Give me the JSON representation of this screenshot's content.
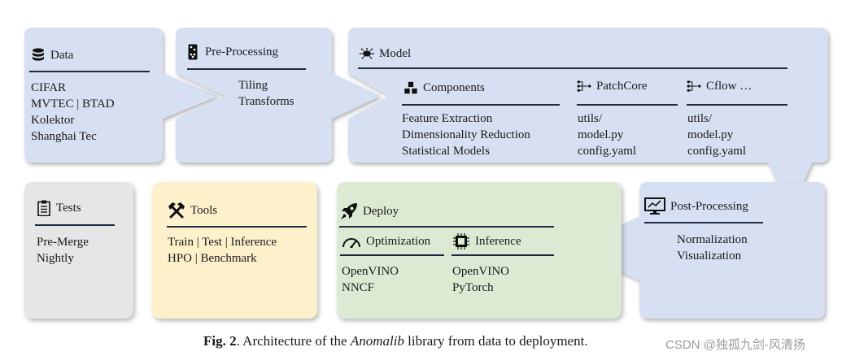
{
  "data": {
    "title": "Data",
    "items": [
      "CIFAR",
      "MVTEC | BTAD",
      "Kolektor",
      "Shanghai Tec"
    ]
  },
  "preprocessing": {
    "title": "Pre-Processing",
    "items": [
      "Tiling",
      "Transforms"
    ]
  },
  "model": {
    "title": "Model",
    "components": {
      "title": "Components",
      "items": [
        "Feature Extraction",
        "Dimensionality Reduction",
        "Statistical Models"
      ]
    },
    "patchcore": {
      "title": "PatchCore",
      "items": [
        "utils/",
        "model.py",
        "config.yaml"
      ]
    },
    "cflow": {
      "title": "Cflow …",
      "items": [
        "utils/",
        "model.py",
        "config.yaml"
      ]
    }
  },
  "postprocessing": {
    "title": "Post-Processing",
    "items": [
      "Normalization",
      "Visualization"
    ]
  },
  "tests": {
    "title": "Tests",
    "items": [
      "Pre-Merge",
      "Nightly"
    ]
  },
  "tools": {
    "title": "Tools",
    "items": [
      "Train | Test | Inference",
      "HPO | Benchmark"
    ]
  },
  "deploy": {
    "title": "Deploy",
    "optimization": {
      "title": "Optimization",
      "items": [
        "OpenVINO",
        "NNCF"
      ]
    },
    "inference": {
      "title": "Inference",
      "items": [
        "OpenVINO",
        "PyTorch"
      ]
    }
  },
  "caption": {
    "fig": "Fig. 2",
    "pre": ". Architecture of the ",
    "lib": "Anomalib",
    "post": " library from data to deployment."
  },
  "watermark": "CSDN @独孤九剑-风清扬",
  "colors": {
    "blue": "#d6e0f2",
    "grey": "#e6e6e6",
    "yellow": "#fdf1cc",
    "green": "#dcead3",
    "rule": "#1f2a44"
  }
}
